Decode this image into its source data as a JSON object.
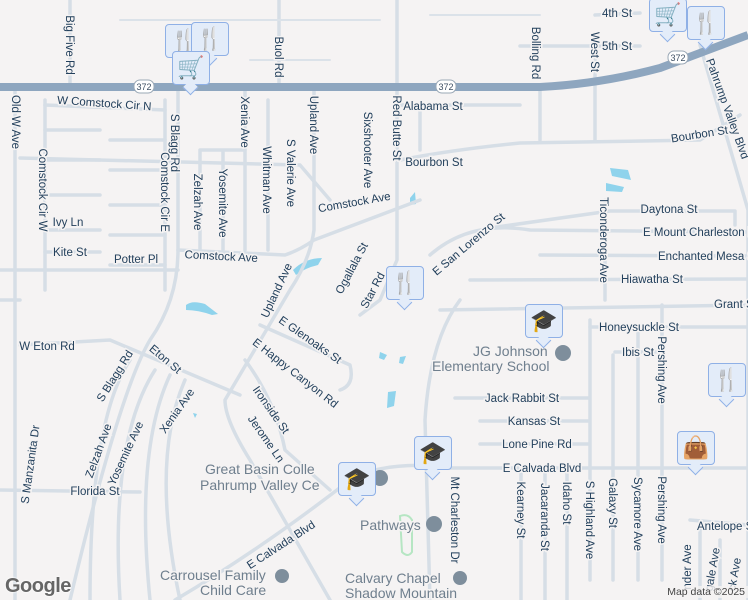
{
  "map": {
    "highway_shield": "372",
    "attribution": "Map data ©2025",
    "logo": "Google",
    "colors": {
      "background": "#f5f3f3",
      "highway": "#8ea6bf",
      "road": "#d6dee6",
      "water": "#8fd3ec",
      "marker_bg": "#e3ecf9",
      "marker_icon": "#0f3a5e"
    },
    "street_labels": [
      "Big Five Rd",
      "Buol Rd",
      "W Comstock Cir N",
      "Old W Ave",
      "S Blagg Rd",
      "Xenia Ave",
      "Upland Ave",
      "Sixshooter Ave",
      "Red Butte St",
      "Alabama St",
      "Bolling Rd",
      "West St",
      "4th St",
      "5th St",
      "Bourbon St",
      "Bourbon St",
      "Pahrump Valley Blvd",
      "Comstock Cir W",
      "Comstock Cir E",
      "Zelzah Ave",
      "Yosemite Ave",
      "Whitman Ave",
      "S Valerie Ave",
      "Comstock Ave",
      "Ivy Ln",
      "Kite St",
      "Potter Pl",
      "Comstock Ave",
      "Daytona St",
      "E Mount Charleston D",
      "Enchanted Mesa S",
      "Hiawatha St",
      "Grant S",
      "Honeysuckle St",
      "Ibis St",
      "Ticonderoga Ave",
      "Pershing Ave",
      "E San Lorenzo St",
      "Ogallala St",
      "Star Rd",
      "Upland Ave",
      "E Glenoaks St",
      "E Happy Canyon Rd",
      "W Eton Rd",
      "Eton St",
      "S Blagg Rd",
      "Xenia Ave",
      "Zelzah Ave",
      "Yosemite Ave",
      "Ironside St",
      "Jerome Ln",
      "S Manzanita Dr",
      "Florida St",
      "Jack Rabbit St",
      "Kansas St",
      "Lone Pine Rd",
      "E Calvada Blvd",
      "E Calvada Blvd",
      "Mt Charleston Dr",
      "Kearney St",
      "Jacaranda St",
      "Idaho St",
      "S Highland Ave",
      "Galaxy St",
      "Sycamore Ave",
      "Pershing Ave",
      "Antelope S",
      "nder Ave",
      "gale Ave",
      "ck Ave"
    ],
    "poi_labels": [
      "Great Basin Colle",
      "Pahrump Valley Ce",
      "JG Johnson",
      "Elementary School",
      "Pathways",
      "Carrousel Family",
      "Child Care",
      "Calvary Chapel",
      "Shadow Mountain"
    ],
    "markers": [
      "restaurant-icon",
      "restaurant-icon",
      "shopping-cart-icon",
      "restaurant-icon",
      "school-icon",
      "school-icon",
      "school-icon",
      "shopping-cart-icon",
      "restaurant-icon",
      "restaurant-icon",
      "shopping-bag-icon"
    ]
  }
}
